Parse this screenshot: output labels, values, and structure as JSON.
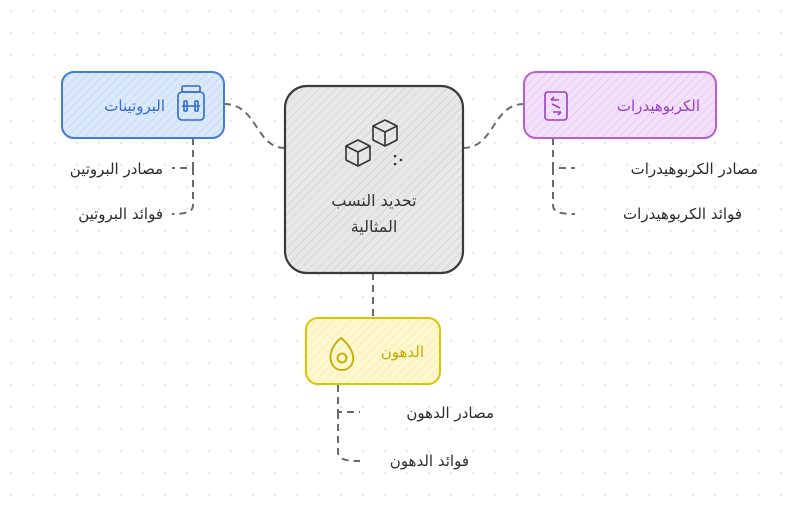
{
  "center": {
    "title": "تحديد النسب المثالية"
  },
  "nodes": {
    "proteins": {
      "label": "البروتينات",
      "icon": "protein-jar-icon",
      "color": "#3b7de0",
      "fill": "#dce9fb",
      "items": [
        "مصادر البروتين",
        "فوائد البروتين"
      ]
    },
    "carbs": {
      "label": "الكربوهيدرات",
      "icon": "refresh-bottle-icon",
      "color": "#b85fd6",
      "fill": "#f1dcf8",
      "items": [
        "مصادر الكربوهيدرات",
        "فوائد الكربوهيدرات"
      ]
    },
    "fats": {
      "label": "الدهون",
      "icon": "avocado-icon",
      "color": "#e0c400",
      "fill": "#fdf8cc",
      "items": [
        "مصادر الدهون",
        "فوائد الدهون"
      ]
    }
  }
}
